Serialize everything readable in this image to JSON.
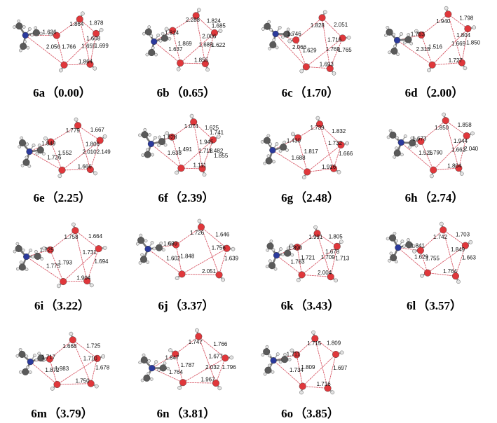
{
  "colors": {
    "oxygen": "#e0373b",
    "hydrogen": "#e3e3e3",
    "carbon": "#5a5a5a",
    "nitrogen": "#2b3a9c",
    "hbond": "#d85a68"
  },
  "structures": [
    {
      "id": "6a",
      "energy": "0.00",
      "bonds": [
        "1.878",
        "1.699",
        "1.864",
        "1.766",
        "1.864",
        "1.636",
        "2.056",
        "1.608",
        "1.655"
      ]
    },
    {
      "id": "6b",
      "energy": "0.65",
      "bonds": [
        "1.824",
        "1.622",
        "1.855",
        "1.869",
        "2.288",
        "1.814",
        "1.637",
        "2.006",
        "1.685",
        "1.685"
      ]
    },
    {
      "id": "6c",
      "energy": "1.70",
      "bonds": [
        "2.051",
        "1.765",
        "1.693",
        "1.629",
        "1.828",
        "1.746",
        "2.066",
        "1.716",
        "1.769"
      ]
    },
    {
      "id": "6d",
      "energy": "2.00",
      "bonds": [
        "1.798",
        "1.850",
        "1.727",
        "1.516",
        "1.940",
        "1.763",
        "2.315",
        "1.804",
        "1.669"
      ]
    },
    {
      "id": "6e",
      "energy": "2.25",
      "bonds": [
        "1.667",
        "2.149",
        "1.666",
        "1.552",
        "1.779",
        "1.849",
        "1.726",
        "1.806",
        "2.010"
      ]
    },
    {
      "id": "6f",
      "energy": "2.39",
      "bonds": [
        "1.625",
        "1.482",
        "1.111",
        "1.491",
        "1.074",
        "1.828",
        "1.638",
        "1.945",
        "1.718",
        "1.741",
        "1.855"
      ]
    },
    {
      "id": "6g",
      "energy": "2.48",
      "bonds": [
        "1.832",
        "1.666",
        "1.916",
        "1.817",
        "1.739",
        "1.430",
        "1.688",
        "1.732"
      ]
    },
    {
      "id": "6h",
      "energy": "2.74",
      "bonds": [
        "1.858",
        "2.040",
        "1.804",
        "1.790",
        "1.850",
        "1.673",
        "1.526",
        "1.944",
        "1.662"
      ]
    },
    {
      "id": "6i",
      "energy": "3.22",
      "bonds": [
        "1.664",
        "1.694",
        "1.904",
        "1.793",
        "1.758",
        "1.725",
        "1.775",
        "1.731"
      ]
    },
    {
      "id": "6j",
      "energy": "3.37",
      "bonds": [
        "1.646",
        "1.639",
        "2.051",
        "1.848",
        "1.726",
        "1.639",
        "1.602",
        "1.756"
      ]
    },
    {
      "id": "6k",
      "energy": "3.43",
      "bonds": [
        "1.805",
        "1.713",
        "2.004",
        "1.721",
        "1.991",
        "1.890",
        "1.763",
        "1.678",
        "1.709"
      ]
    },
    {
      "id": "6l",
      "energy": "3.57",
      "bonds": [
        "1.703",
        "1.663",
        "1.764",
        "1.755",
        "1.742",
        "1.841",
        "1.629",
        "1.849"
      ]
    },
    {
      "id": "6m",
      "energy": "3.79",
      "bonds": [
        "1.725",
        "1.678",
        "1.750",
        "1.983",
        "1.668",
        "1.717",
        "1.872",
        "1.710"
      ]
    },
    {
      "id": "6n",
      "energy": "3.81",
      "bonds": [
        "1.766",
        "1.796",
        "1.967",
        "1.787",
        "1.747",
        "1.847",
        "1.764",
        "1.677",
        "2.032"
      ]
    },
    {
      "id": "6o",
      "energy": "3.85",
      "bonds": [
        "1.809",
        "1.697",
        "1.716",
        "1.809",
        "1.715",
        "1.711",
        "1.734"
      ]
    }
  ]
}
